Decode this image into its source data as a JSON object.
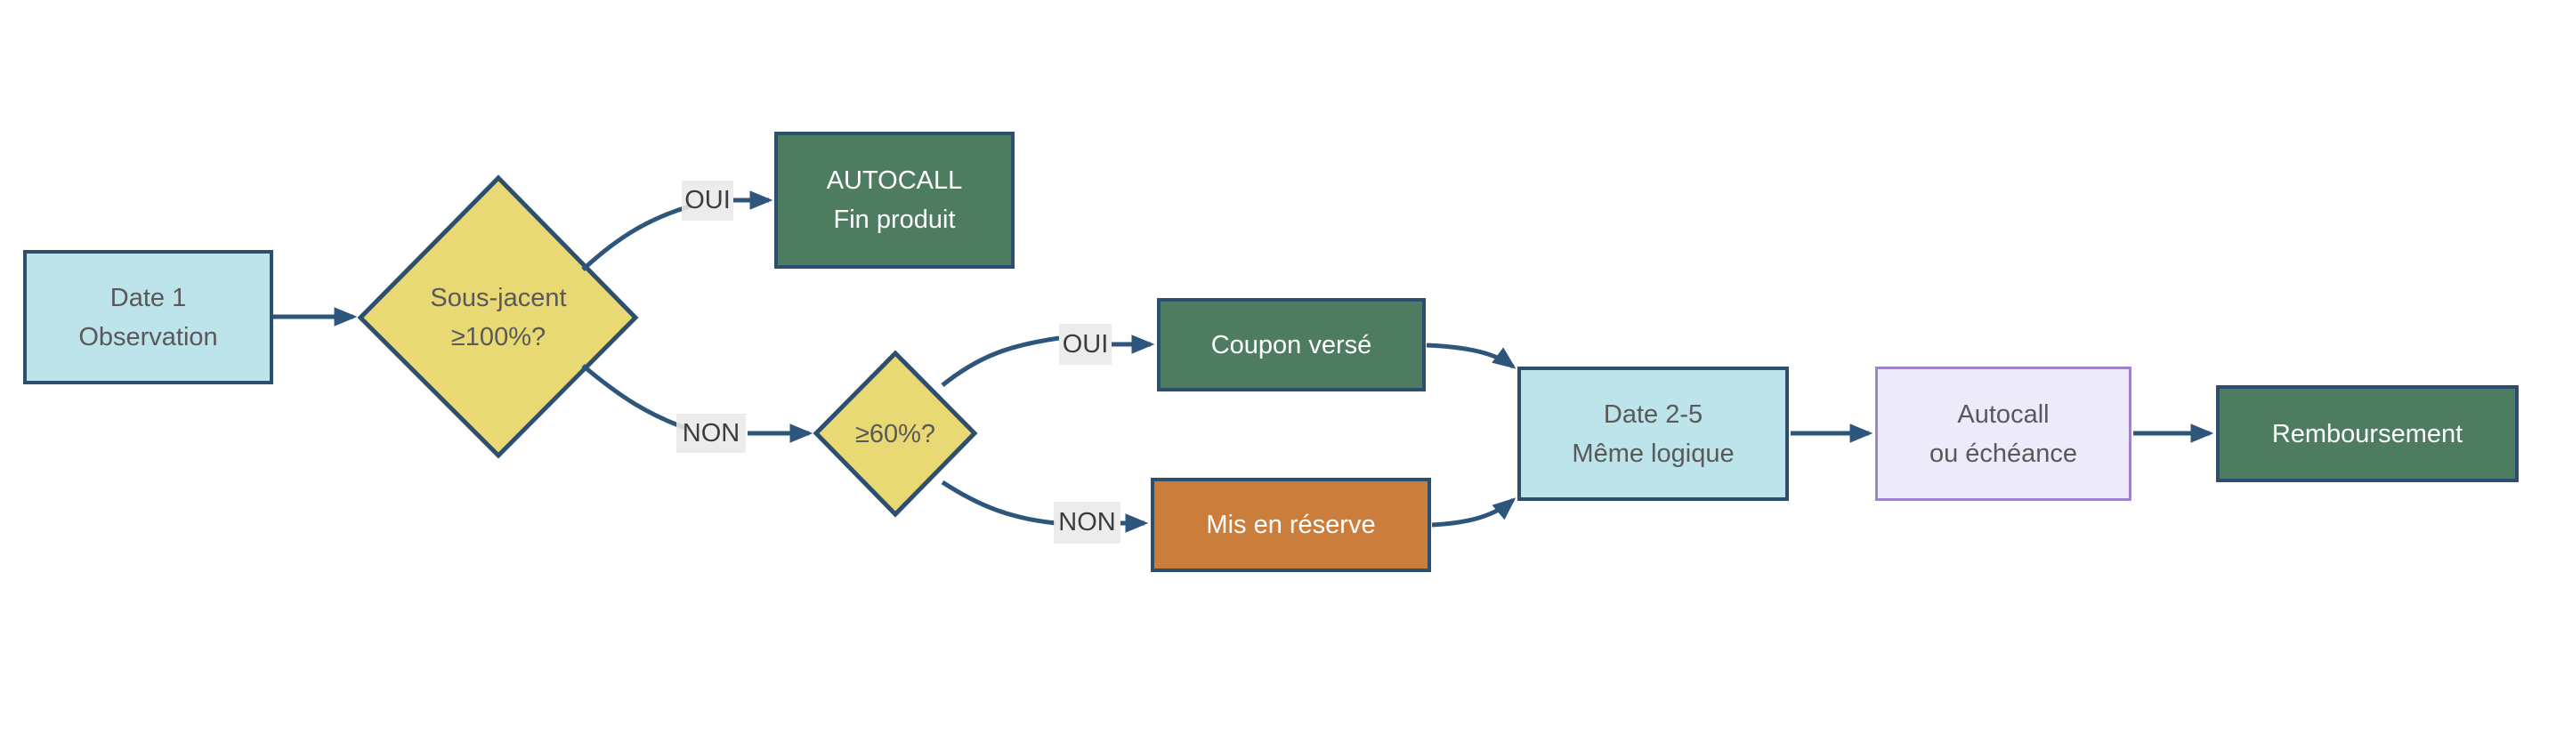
{
  "diagram": {
    "title": "Autocall product decision flowchart",
    "language": "fr",
    "colors": {
      "navy_border": "#2d4f6e",
      "arrow": "#2e567c",
      "light_blue": "#bde3eb",
      "yellow_fill": "#e8d975",
      "green": "#4d7c61",
      "orange": "#cb7d3c",
      "lavender": "#edeafa",
      "lavender_border": "#9c85ca",
      "label_bg": "#e9e9e9",
      "label_text": "#3c3c3c",
      "text_dark": "#595959",
      "text_light": "#ffffff"
    },
    "nodes": {
      "date1": {
        "type": "process",
        "line1": "Date 1",
        "line2": "Observation"
      },
      "decision1": {
        "type": "decision",
        "line1": "Sous-jacent",
        "line2": "≥100%?"
      },
      "autocall_end": {
        "type": "result",
        "line1": "AUTOCALL",
        "line2": "Fin produit"
      },
      "decision2": {
        "type": "decision",
        "line1": "≥60%?"
      },
      "coupon": {
        "type": "result",
        "line1": "Coupon versé"
      },
      "reserve": {
        "type": "result",
        "line1": "Mis en réserve"
      },
      "date25": {
        "type": "process",
        "line1": "Date 2-5",
        "line2": "Même logique"
      },
      "autocall_or_maturity": {
        "type": "process",
        "line1": "Autocall",
        "line2": "ou échéance"
      },
      "remboursement": {
        "type": "result",
        "line1": "Remboursement"
      }
    },
    "edge_labels": {
      "oui1": "OUI",
      "non1": "NON",
      "oui2": "OUI",
      "non2": "NON"
    },
    "edges": [
      {
        "from": "date1",
        "to": "decision1",
        "label": ""
      },
      {
        "from": "decision1",
        "to": "autocall_end",
        "label": "OUI"
      },
      {
        "from": "decision1",
        "to": "decision2",
        "label": "NON"
      },
      {
        "from": "decision2",
        "to": "coupon",
        "label": "OUI"
      },
      {
        "from": "decision2",
        "to": "reserve",
        "label": "NON"
      },
      {
        "from": "coupon",
        "to": "date25",
        "label": ""
      },
      {
        "from": "reserve",
        "to": "date25",
        "label": ""
      },
      {
        "from": "date25",
        "to": "autocall_or_maturity",
        "label": ""
      },
      {
        "from": "autocall_or_maturity",
        "to": "remboursement",
        "label": ""
      }
    ]
  }
}
